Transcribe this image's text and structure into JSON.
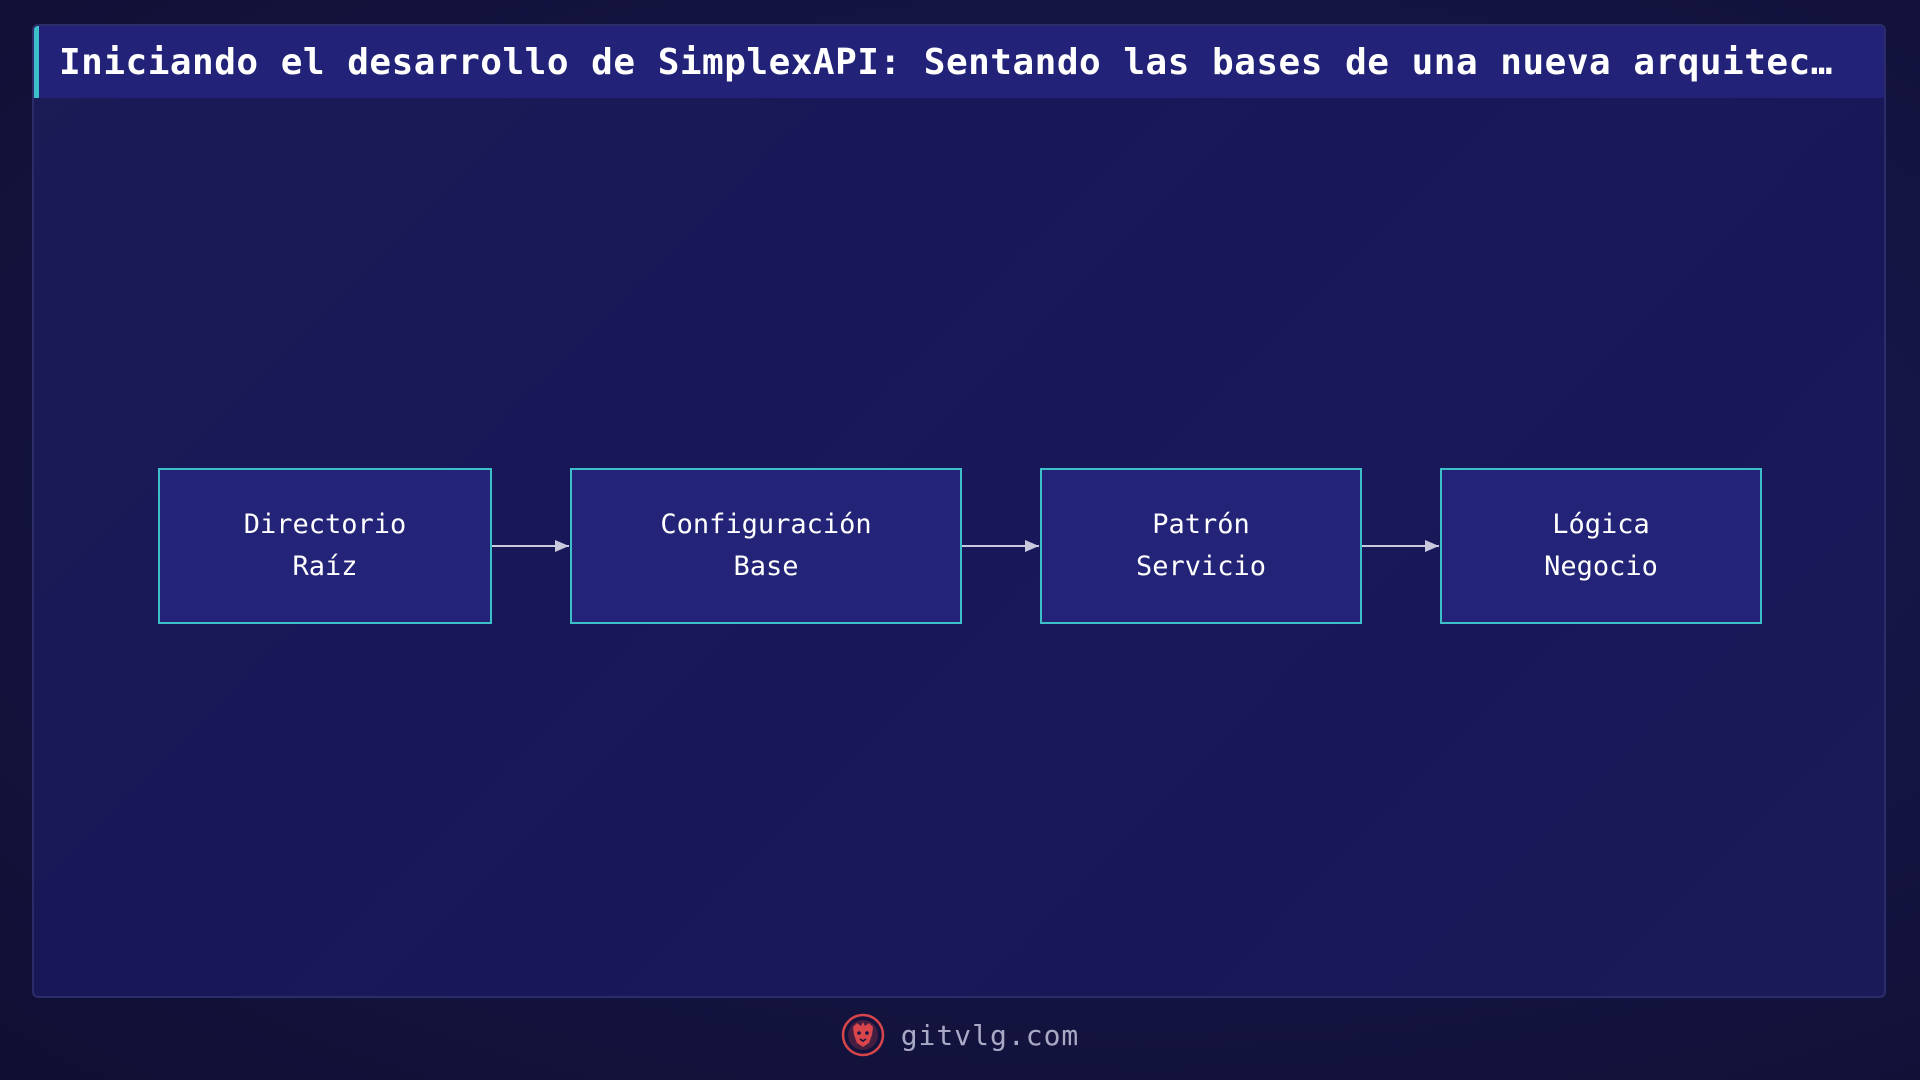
{
  "title": "Iniciando el desarrollo de SimplexAPI: Sentando las bases de una nueva arquitec…",
  "colors": {
    "background": "#141442",
    "panel": "#1b1b55",
    "title_bar": "#222278",
    "accent": "#3dbfc9",
    "node_fill": "#232378",
    "text": "#ffffff",
    "footer_text": "#a9a9c6",
    "logo": "#d8454a"
  },
  "diagram": {
    "nodes": [
      {
        "id": "directorio-raiz",
        "line1": "Directorio",
        "line2": "Raíz"
      },
      {
        "id": "configuracion-base",
        "line1": "Configuración",
        "line2": "Base"
      },
      {
        "id": "patron-servicio",
        "line1": "Patrón",
        "line2": "Servicio"
      },
      {
        "id": "logica-negocio",
        "line1": "Lógica",
        "line2": "Negocio"
      }
    ],
    "edges": [
      {
        "from": "directorio-raiz",
        "to": "configuracion-base"
      },
      {
        "from": "configuracion-base",
        "to": "patron-servicio"
      },
      {
        "from": "patron-servicio",
        "to": "logica-negocio"
      }
    ]
  },
  "footer": {
    "logo_icon": "lion-head-icon",
    "site": "gitvlg.com"
  }
}
